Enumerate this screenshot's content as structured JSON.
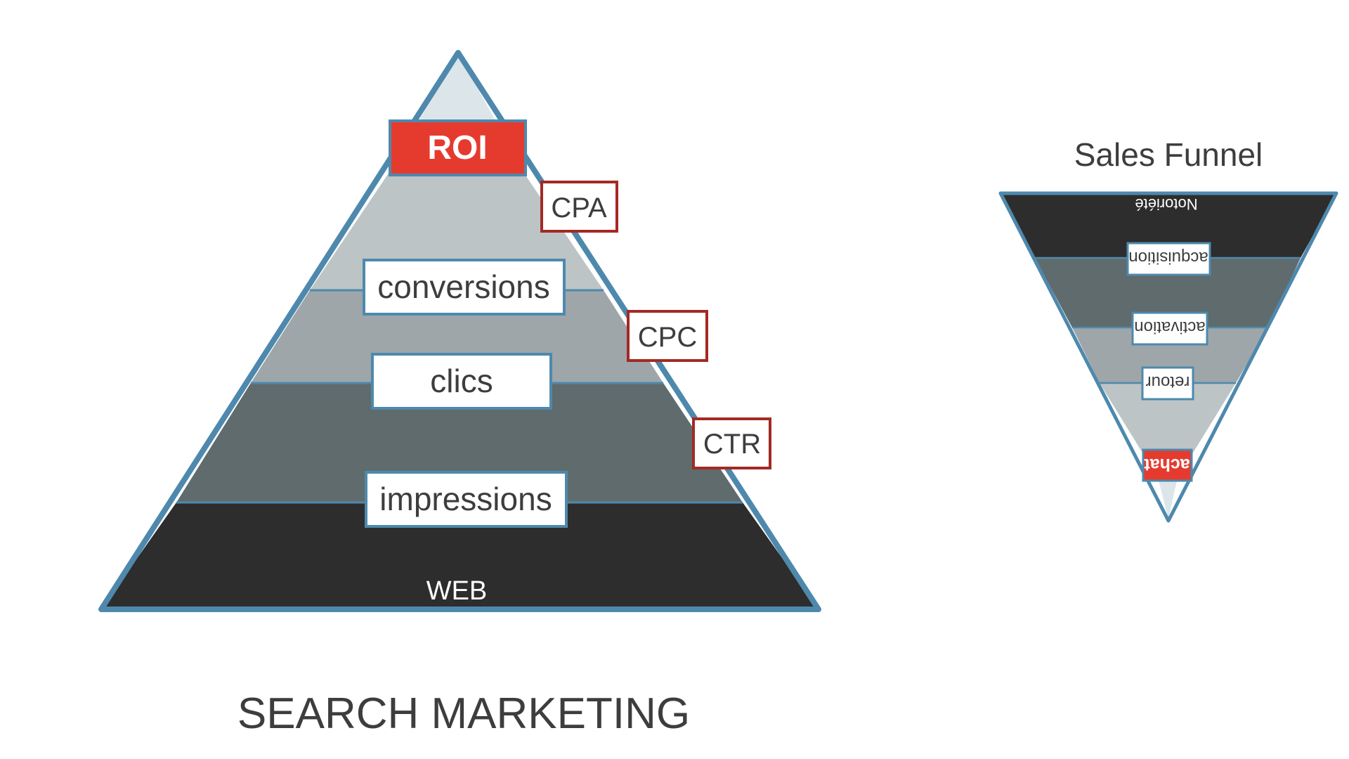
{
  "pyramid": {
    "title": "SEARCH MARKETING",
    "layers": {
      "web": "WEB",
      "impressions": "impressions",
      "clics": "clics",
      "conversions": "conversions",
      "roi": "ROI"
    },
    "metrics": {
      "ctr": "CTR",
      "cpc": "CPC",
      "cpa": "CPA"
    }
  },
  "funnel": {
    "title": "Sales Funnel",
    "stages": {
      "notoriete": "Notoriété",
      "acquisition": "acquisition",
      "activation": "activation",
      "retour": "retour",
      "achat": "achat"
    }
  },
  "colors": {
    "outline": "#4e89ad",
    "accent_red": "#e53b2f",
    "box_red_border": "#a32a24",
    "band_black": "#2d2d2d",
    "band_dark": "#5f6b6c",
    "band_mid": "#9ea6a9",
    "band_light": "#bcc4c6",
    "band_top": "#dce6ea"
  }
}
